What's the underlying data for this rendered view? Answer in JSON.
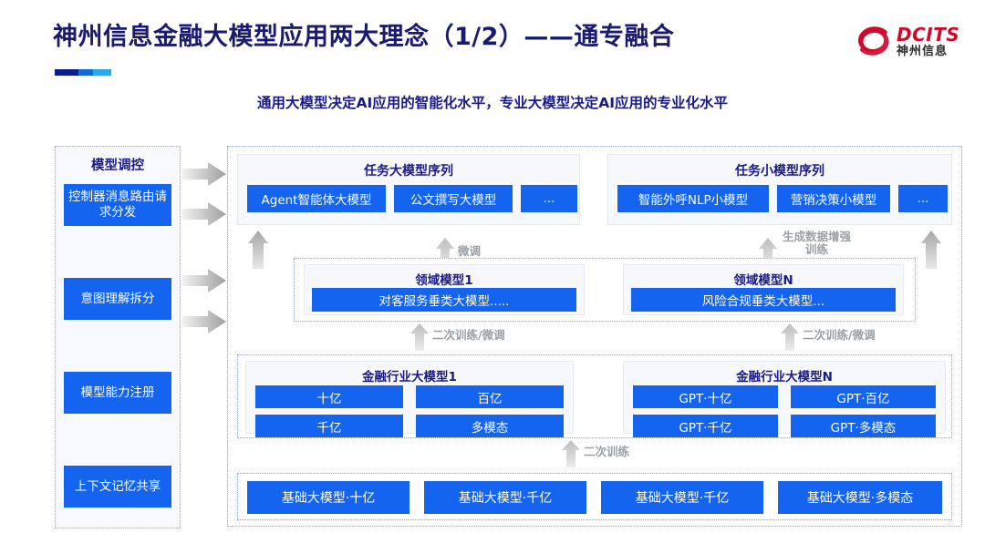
{
  "header": {
    "title": "神州信息金融大模型应用两大理念（1/2）——通专融合",
    "subtitle": "通用大模型决定AI应用的智能化水平，专业大模型决定AI应用的专业化水平",
    "logo_en": "DCITS",
    "logo_cn": "神州信息",
    "accent_navy": "#1a1a8c",
    "accent_blue": "#1464f0",
    "logo_red": "#cf0a2c"
  },
  "control_column": {
    "title": "模型调控",
    "items": [
      {
        "label": "控制器消息路由请求分发"
      },
      {
        "label": "意图理解拆分"
      },
      {
        "label": "模型能力注册"
      },
      {
        "label": "上下文记忆共享"
      }
    ]
  },
  "task_groups": [
    {
      "title": "任务大模型序列",
      "chips": [
        "Agent智能体大模型",
        "公文撰写大模型",
        "..."
      ]
    },
    {
      "title": "任务小模型序列",
      "chips": [
        "智能外呼NLP小模型",
        "营销决策小模型",
        "..."
      ]
    }
  ],
  "domain_models": [
    {
      "title": "领域模型1",
      "chip": "对客服务垂类大模型....."
    },
    {
      "title": "领域模型N",
      "chip": "风险合规垂类大模型..."
    }
  ],
  "industry_models": [
    {
      "title": "金融行业大模型1",
      "chips": [
        "十亿",
        "百亿",
        "千亿",
        "多模态"
      ]
    },
    {
      "title": "金融行业大模型N",
      "chips": [
        "GPT·十亿",
        "GPT·百亿",
        "GPT·千亿",
        "GPT·多模态"
      ]
    }
  ],
  "base_models": [
    "基础大模型·十亿",
    "基础大模型·千亿",
    "基础大模型·千亿",
    "基础大模型·多模态"
  ],
  "arrow_labels": {
    "fine_tune": "微调",
    "data_augment": "生成数据增强\n训练",
    "retrain_finetune_left": "二次训练/微调",
    "retrain_finetune_right": "二次训练/微调",
    "retrain": "二次训练"
  }
}
